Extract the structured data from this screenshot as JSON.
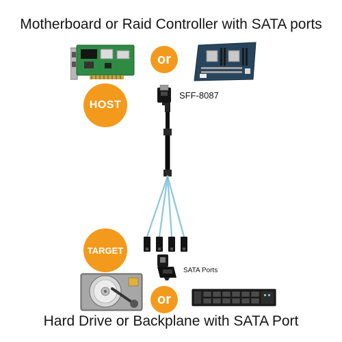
{
  "header": {
    "title": "Motherboard or Raid Controller with SATA ports"
  },
  "footer": {
    "title": "Hard Drive or Backplane with SATA Port"
  },
  "badges": {
    "host": "HOST",
    "target": "TARGET"
  },
  "separators": {
    "or_top": "or",
    "or_bottom": "or"
  },
  "connectors": {
    "host_connector": "SFF-8087",
    "target_connector": "SATA Ports"
  },
  "colors": {
    "badge": "#f39a1c",
    "cable_blue": "#a6d6e8",
    "pcb_green": "#2f8a44",
    "board_blue": "#27455c"
  },
  "icons": [
    "raid-card-icon",
    "server-motherboard-icon",
    "sff-8087-connector-icon",
    "sata-connector-icon",
    "hard-drive-icon",
    "rack-server-icon"
  ]
}
